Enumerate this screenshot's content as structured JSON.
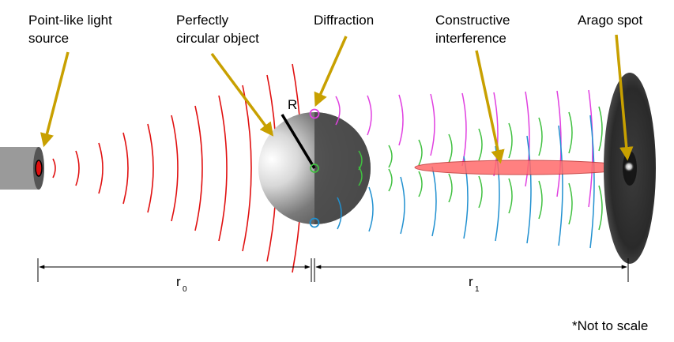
{
  "labels": {
    "source_line1": "Point-like light",
    "source_line2": "source",
    "object_line1": "Perfectly",
    "object_line2": "circular object",
    "diffraction": "Diffraction",
    "constructive_line1": "Constructive",
    "constructive_line2": "interference",
    "arago": "Arago spot",
    "radius": "R",
    "r0_main": "r",
    "r0_sub": "0",
    "r1_main": "r",
    "r1_sub": "1",
    "note": "*Not to scale"
  },
  "colors": {
    "wave_red": "#e01010",
    "wave_magenta": "#e040e0",
    "wave_green": "#40c040",
    "wave_blue": "#2090d0",
    "arrow_gold": "#c8a000",
    "spot_ellipse": "#ff6a6a",
    "screen_dark": "#2a2a2a",
    "tube_gray": "#9a9a9a"
  }
}
